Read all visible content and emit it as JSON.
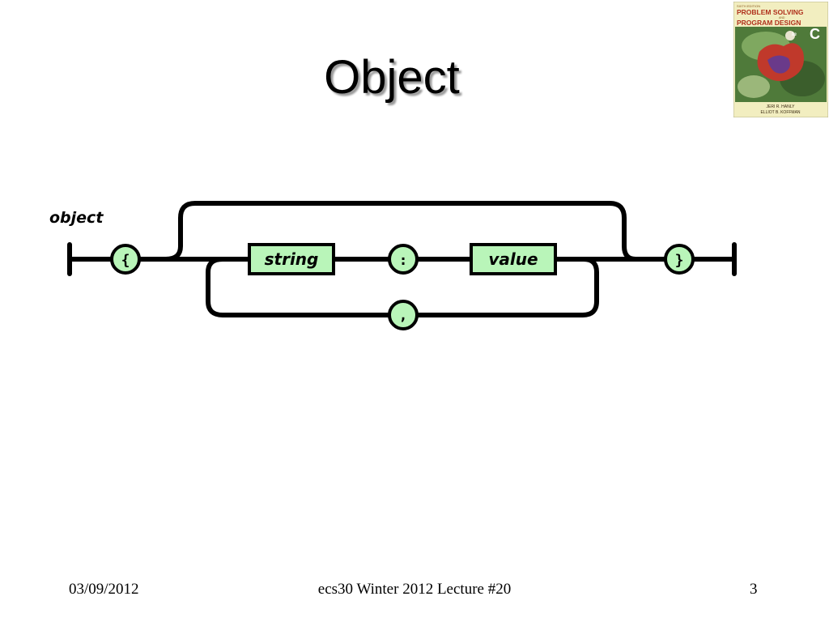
{
  "slide": {
    "title": "Object"
  },
  "book_cover": {
    "edition_label": "SIXTH EDITION",
    "title_line1": "PROBLEM SOLVING",
    "title_and": "AND",
    "title_line2": "PROGRAM DESIGN",
    "title_in": "in",
    "title_lang": "C",
    "author1": "JERI R. HANLY",
    "author2": "ELLIOT B. KOFFMAN"
  },
  "diagram": {
    "rule_name": "object",
    "open_brace": "{",
    "close_brace": "}",
    "string_box": "string",
    "colon": ":",
    "value_box": "value",
    "comma": ","
  },
  "colors": {
    "token_fill": "#b9f5b9",
    "stroke": "#000000"
  },
  "footer": {
    "date": "03/09/2012",
    "course": "ecs30 Winter 2012 Lecture #20",
    "page": "3"
  }
}
